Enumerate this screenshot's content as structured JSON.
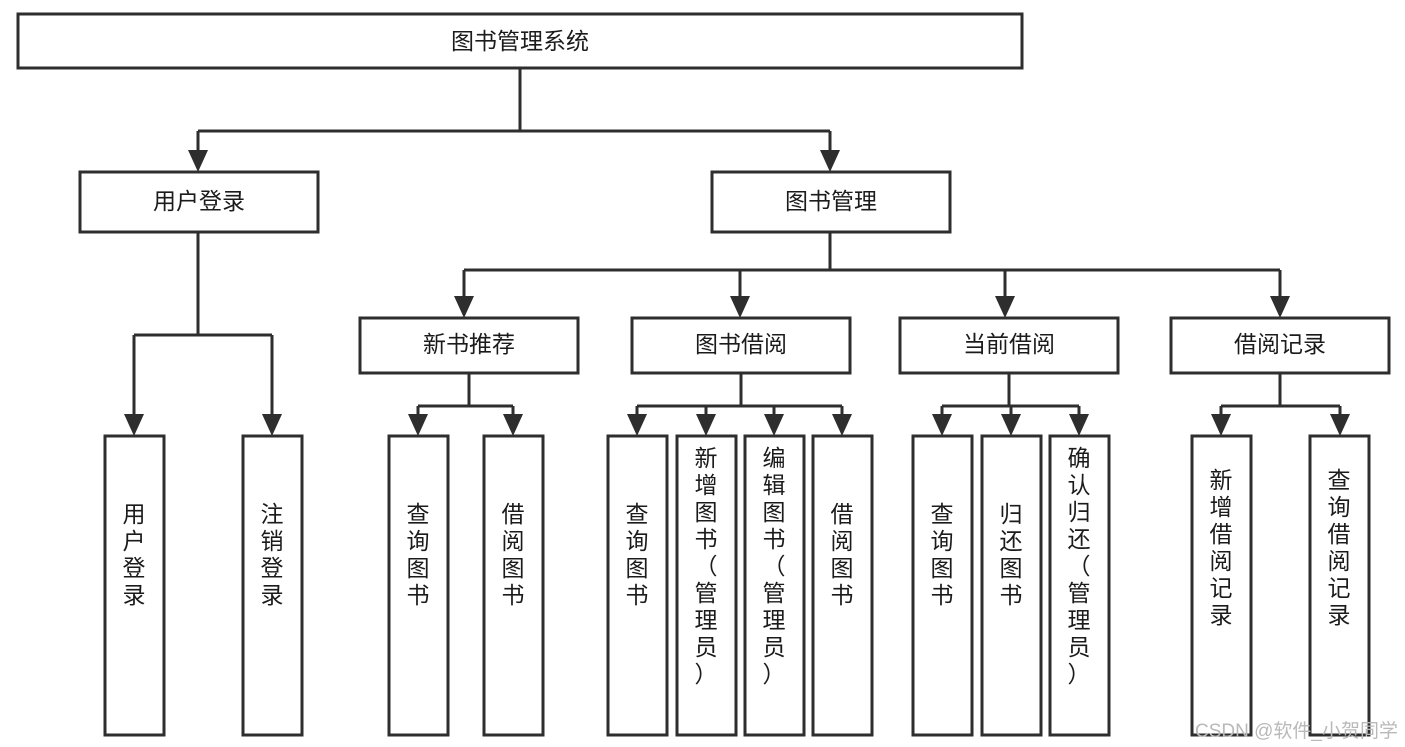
{
  "diagram": {
    "type": "tree-hierarchy-chart",
    "title": "图书管理系统",
    "background_color": "#ffffff",
    "line_color": "#2e2e2e",
    "box_fill": "#ffffff",
    "text_color": "#1b1b1b",
    "root": {
      "id": "root",
      "label": "图书管理系统"
    },
    "level2": [
      {
        "id": "user-login",
        "label": "用户登录"
      },
      {
        "id": "book-manage",
        "label": "图书管理"
      }
    ],
    "level3": [
      {
        "id": "new-book-rec",
        "label": "新书推荐",
        "parent": "book-manage"
      },
      {
        "id": "book-borrow",
        "label": "图书借阅",
        "parent": "book-manage"
      },
      {
        "id": "current-borrow",
        "label": "当前借阅",
        "parent": "book-manage"
      },
      {
        "id": "borrow-record",
        "label": "借阅记录",
        "parent": "book-manage"
      }
    ],
    "leaves": {
      "user-login": [
        {
          "id": "leaf-user-login",
          "label": "用户登录"
        },
        {
          "id": "leaf-logout",
          "label": "注销登录"
        }
      ],
      "new-book-rec": [
        {
          "id": "leaf-query-book-1",
          "label": "查询图书"
        },
        {
          "id": "leaf-borrow-book-1",
          "label": "借阅图书"
        }
      ],
      "book-borrow": [
        {
          "id": "leaf-query-book-2",
          "label": "查询图书"
        },
        {
          "id": "leaf-add-book",
          "label": "新增图书（管理员）"
        },
        {
          "id": "leaf-edit-book",
          "label": "编辑图书（管理员）"
        },
        {
          "id": "leaf-borrow-book-2",
          "label": "借阅图书"
        }
      ],
      "current-borrow": [
        {
          "id": "leaf-query-book-3",
          "label": "查询图书"
        },
        {
          "id": "leaf-return-book",
          "label": "归还图书"
        },
        {
          "id": "leaf-confirm-return",
          "label": "确认归还（管理员）"
        }
      ],
      "borrow-record": [
        {
          "id": "leaf-add-record",
          "label": "新增借阅记录"
        },
        {
          "id": "leaf-query-record",
          "label": "查询借阅记录"
        }
      ]
    }
  },
  "watermark": {
    "text": "CSDN @软件_小贺同学",
    "color": "#b9b9b9"
  }
}
